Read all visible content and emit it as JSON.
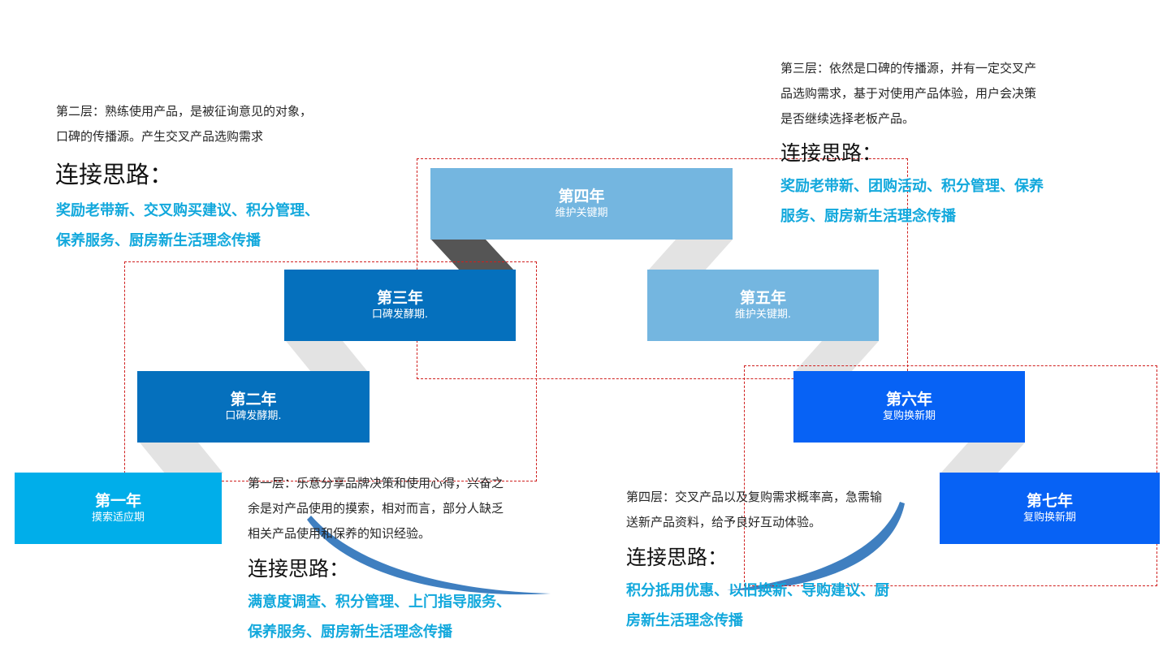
{
  "colors": {
    "y1": "#00aeea",
    "y2": "#0570bd",
    "y3": "#0570bd",
    "y4": "#74b6e0",
    "y5": "#74b6e0",
    "y6": "#0762f5",
    "y7": "#0762f5",
    "connector": "#e3e3e3",
    "connector_dark": "#555555",
    "strategy": "#12a8dc",
    "dashed": "#d0201f",
    "arrow": "#3f7fc0"
  },
  "stages": [
    {
      "year": "第一年",
      "phase": "摸索适应期"
    },
    {
      "year": "第二年",
      "phase": "口碑发酵期."
    },
    {
      "year": "第三年",
      "phase": "口碑发酵期."
    },
    {
      "year": "第四年",
      "phase": "维护关键期"
    },
    {
      "year": "第五年",
      "phase": "维护关键期."
    },
    {
      "year": "第六年",
      "phase": "复购换新期"
    },
    {
      "year": "第七年",
      "phase": "复购换新期"
    }
  ],
  "layer2": {
    "desc_line1": "第二层：熟练使用产品，是被征询意见的对象，",
    "desc_line2": "口碑的传播源。产生交叉产品选购需求",
    "heading": "连接思路：",
    "strategy_line1": "奖励老带新、交叉购买建议、积分管理、",
    "strategy_line2": "保养服务、厨房新生活理念传播"
  },
  "layer3": {
    "desc_line1": "第三层：依然是口碑的传播源，并有一定交叉产",
    "desc_line2": "品选购需求，基于对使用产品体验，用户会决策",
    "desc_line3": "是否继续选择老板产品。",
    "heading": "连接思路：",
    "strategy_line1": "奖励老带新、团购活动、积分管理、保养",
    "strategy_line2": "服务、厨房新生活理念传播"
  },
  "layer1": {
    "desc_line1": "第一层：乐意分享品牌决策和使用心得，兴奋之",
    "desc_line2": "余是对产品使用的摸索，相对而言，部分人缺乏",
    "desc_line3": "相关产品使用和保养的知识经验。",
    "heading": "连接思路：",
    "strategy_line1": "满意度调查、积分管理、上门指导服务、",
    "strategy_line2": "保养服务、厨房新生活理念传播"
  },
  "layer4": {
    "desc_line1": "第四层：交叉产品以及复购需求概率高，急需输",
    "desc_line2": "送新产品资料，给予良好互动体验。",
    "heading": "连接思路：",
    "strategy_line1": "积分抵用优惠、以旧换新、导购建议、厨",
    "strategy_line2": "房新生活理念传播"
  }
}
